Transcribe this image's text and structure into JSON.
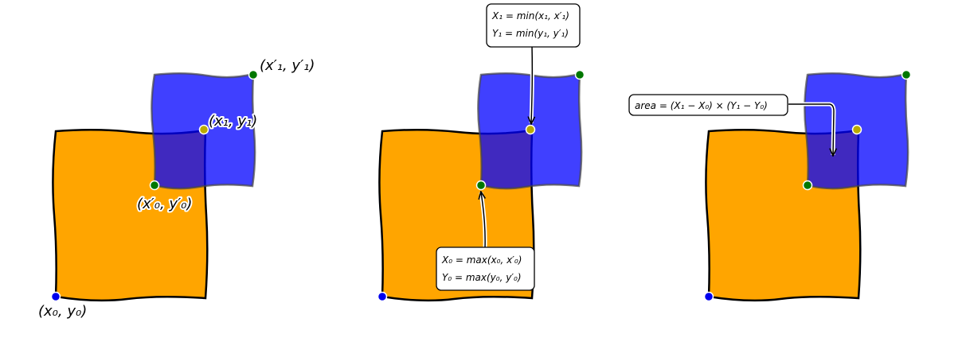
{
  "colors": {
    "orange_box": "#FFA500",
    "blue_box": "#0000FF",
    "point_blue": "#0000EE",
    "point_green": "#007700",
    "point_olive": "#BBAA00"
  },
  "panel1": {
    "label_bottom_left": "(x₀, y₀)",
    "label_top_right_blue": "(x′₁, y′₁)",
    "label_top_right_orange": "(x₁, y₁)",
    "label_bottom_left_blue": "(x′₀, y′₀)"
  },
  "panel2": {
    "callout_top_line1": "X₁ = min(x₁, x′₁)",
    "callout_top_line2": "Y₁ = min(y₁, y′₁)",
    "callout_bottom_line1": "X₀ = max(x₀, x′₀)",
    "callout_bottom_line2": "Y₀ = max(y₀, y′₀)"
  },
  "panel3": {
    "callout_area": "area = (X₁ − X₀) × (Y₁ − Y₀)"
  }
}
